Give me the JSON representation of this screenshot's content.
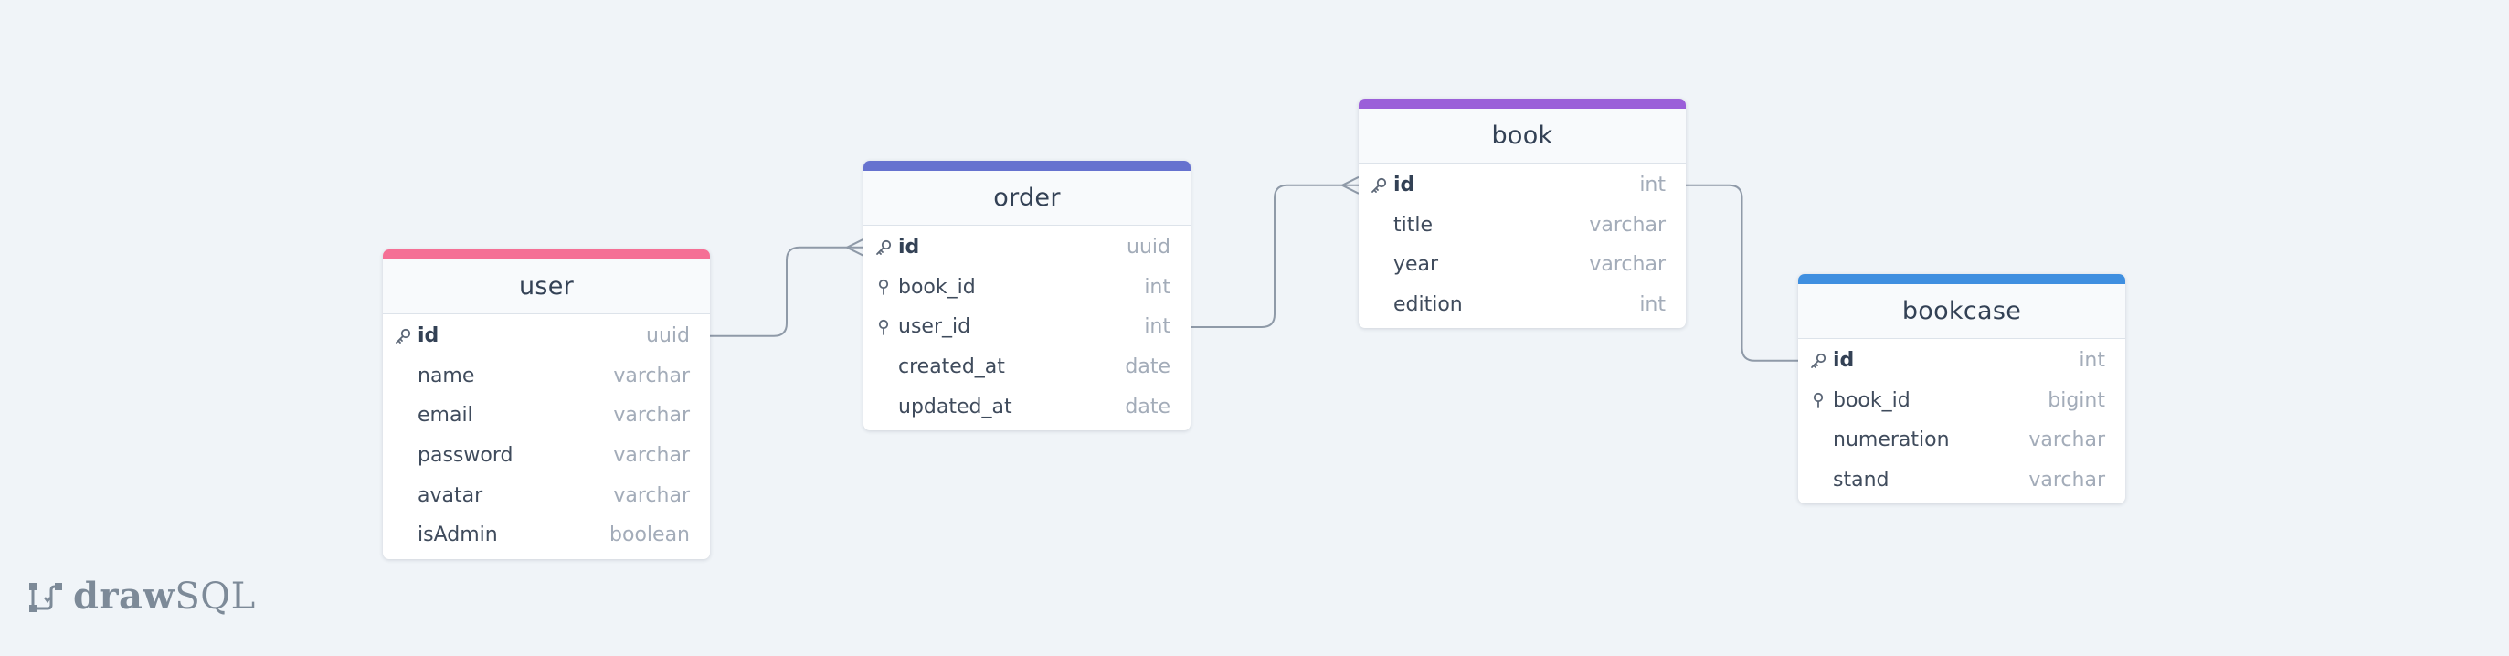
{
  "colors": {
    "background": "#f0f4f8",
    "connector": "#8f9aa8",
    "user": "#f56f95",
    "order": "#6672cf",
    "book": "#9b5fd9",
    "bookcase": "#3f8fe0"
  },
  "tables": [
    {
      "key": "user",
      "name": "user",
      "color": "#f56f95",
      "columns": [
        {
          "name": "id",
          "type": "uuid",
          "icon": "key-icon",
          "pk": true
        },
        {
          "name": "name",
          "type": "varchar"
        },
        {
          "name": "email",
          "type": "varchar"
        },
        {
          "name": "password",
          "type": "varchar"
        },
        {
          "name": "avatar",
          "type": "varchar"
        },
        {
          "name": "isAdmin",
          "type": "boolean"
        }
      ]
    },
    {
      "key": "order",
      "name": "order",
      "color": "#6672cf",
      "columns": [
        {
          "name": "id",
          "type": "uuid",
          "icon": "key-icon",
          "pk": true
        },
        {
          "name": "book_id",
          "type": "int",
          "icon": "foreign-key-icon"
        },
        {
          "name": "user_id",
          "type": "int",
          "icon": "foreign-key-icon"
        },
        {
          "name": "created_at",
          "type": "date"
        },
        {
          "name": "updated_at",
          "type": "date"
        }
      ]
    },
    {
      "key": "book",
      "name": "book",
      "color": "#9b5fd9",
      "columns": [
        {
          "name": "id",
          "type": "int",
          "icon": "key-icon",
          "pk": true
        },
        {
          "name": "title",
          "type": "varchar"
        },
        {
          "name": "year",
          "type": "varchar"
        },
        {
          "name": "edition",
          "type": "int"
        }
      ]
    },
    {
      "key": "bookcase",
      "name": "bookcase",
      "color": "#3f8fe0",
      "columns": [
        {
          "name": "id",
          "type": "int",
          "icon": "key-icon",
          "pk": true
        },
        {
          "name": "book_id",
          "type": "bigint",
          "icon": "foreign-key-icon"
        },
        {
          "name": "numeration",
          "type": "varchar"
        },
        {
          "name": "stand",
          "type": "varchar"
        }
      ]
    }
  ],
  "relationships": [
    {
      "from_table": "user",
      "from_column": "id",
      "to_table": "order",
      "to_column": "id",
      "to_end": "many"
    },
    {
      "from_table": "order",
      "from_column": "user_id",
      "to_table": "book",
      "to_column": "id",
      "to_end": "many"
    },
    {
      "from_table": "book",
      "from_column": "id",
      "to_table": "bookcase",
      "to_column": "id",
      "to_end": "one"
    }
  ],
  "logo": {
    "bold": "draw",
    "light": "SQL",
    "icon": "drawsql-logo-icon"
  }
}
